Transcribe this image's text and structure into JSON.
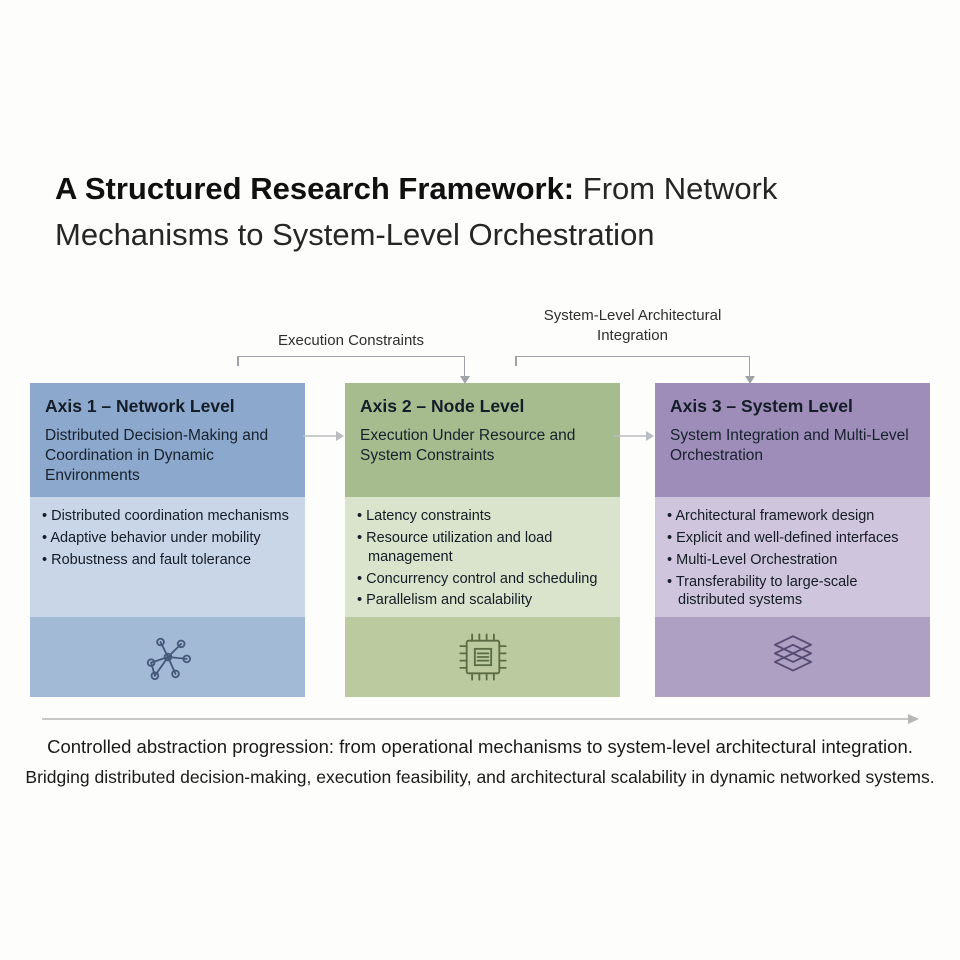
{
  "title": {
    "bold": "A Structured Research Framework:",
    "rest": " From Network Mechanisms to System-Level Orchestration"
  },
  "connectors": [
    {
      "label": "Execution Constraints"
    },
    {
      "label": "System-Level Architectural Integration"
    }
  ],
  "cards": [
    {
      "title": "Axis 1 – Network Level",
      "subtitle": "Distributed Decision-Making and Coordination in Dynamic Environments",
      "bullets": [
        "Distributed coordination mechanisms",
        "Adaptive behavior under mobility",
        "Robustness and fault tolerance"
      ],
      "icon": "network-graph-icon",
      "colors": {
        "header": "#8CA8CC",
        "body": "#C9D6E8",
        "icon_band": "#A3BAD6",
        "icon": "#46597B"
      }
    },
    {
      "title": "Axis 2 – Node Level",
      "subtitle": "Execution Under Resource and System Constraints",
      "bullets": [
        "Latency constraints",
        "Resource utilization and load management",
        "Concurrency control and scheduling",
        "Parallelism and scalability"
      ],
      "icon": "chip-icon",
      "colors": {
        "header": "#A6BC8E",
        "body": "#DAE3CB",
        "icon_band": "#BBCA9F",
        "icon": "#5A6C44"
      }
    },
    {
      "title": "Axis 3 – System Level",
      "subtitle": "System Integration and Multi-Level Orchestration",
      "bullets": [
        "Architectural framework design",
        "Explicit and well-defined interfaces",
        "Multi-Level Orchestration",
        "Transferability to large-scale distributed systems"
      ],
      "icon": "layers-icon",
      "colors": {
        "header": "#9D8DB8",
        "body": "#CFC5DC",
        "icon_band": "#ADA0C3",
        "icon": "#564B72"
      }
    }
  ],
  "footer": {
    "line1": "Controlled abstraction progression: from operational mechanisms to system-level architectural integration.",
    "line2": "Bridging distributed decision-making, execution feasibility, and architectural scalability in dynamic networked systems."
  }
}
